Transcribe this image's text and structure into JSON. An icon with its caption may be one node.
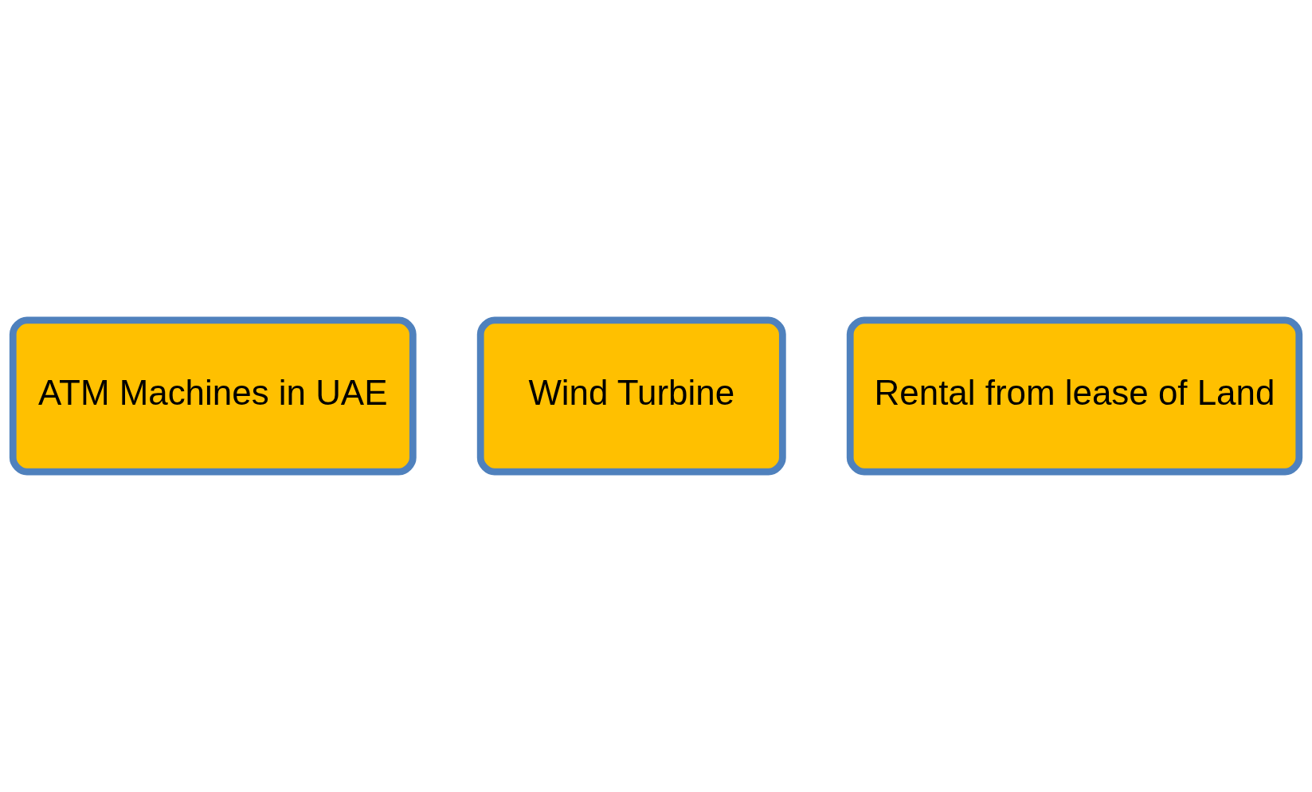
{
  "diagram": {
    "nodes": [
      {
        "text": [
          "ATM Machines in UAE"
        ]
      },
      {
        "text": [
          "Wind Turbine"
        ]
      },
      {
        "text": [
          "Rental from lease of Land"
        ]
      }
    ]
  }
}
